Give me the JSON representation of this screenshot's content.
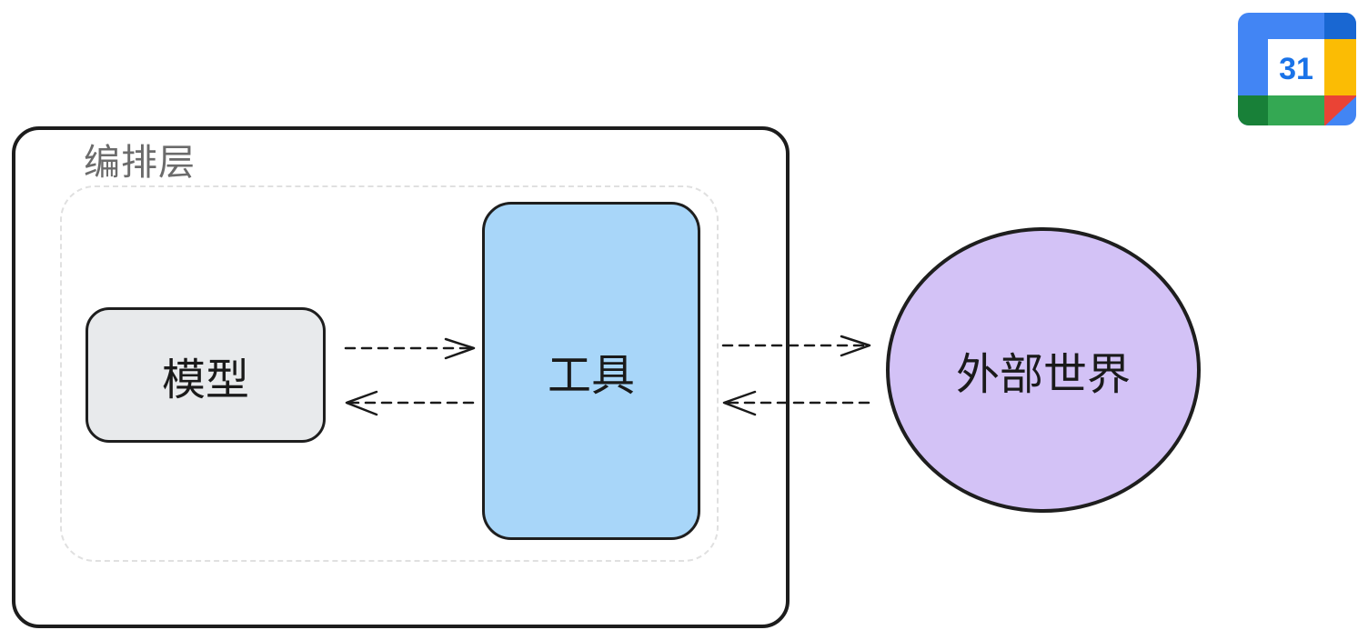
{
  "diagram": {
    "orchestration_layer": {
      "label": "编排层"
    },
    "nodes": {
      "model": {
        "label": "模型",
        "fill": "#e8eaec"
      },
      "tools": {
        "label": "工具",
        "fill": "#a8d6f9"
      },
      "external_world": {
        "label": "外部世界",
        "fill": "#d3c2f6"
      }
    },
    "edges": [
      {
        "from": "model",
        "to": "tools",
        "style": "dashed"
      },
      {
        "from": "tools",
        "to": "model",
        "style": "dashed"
      },
      {
        "from": "tools",
        "to": "external_world",
        "style": "dashed"
      },
      {
        "from": "external_world",
        "to": "tools",
        "style": "dashed"
      }
    ]
  },
  "calendar_icon": {
    "day": "31",
    "colors": {
      "blue": "#4285f4",
      "yellow": "#fbbc04",
      "green": "#34a853",
      "darkgreen": "#188038",
      "red": "#ea4335",
      "darkblue": "#1967d2"
    }
  }
}
